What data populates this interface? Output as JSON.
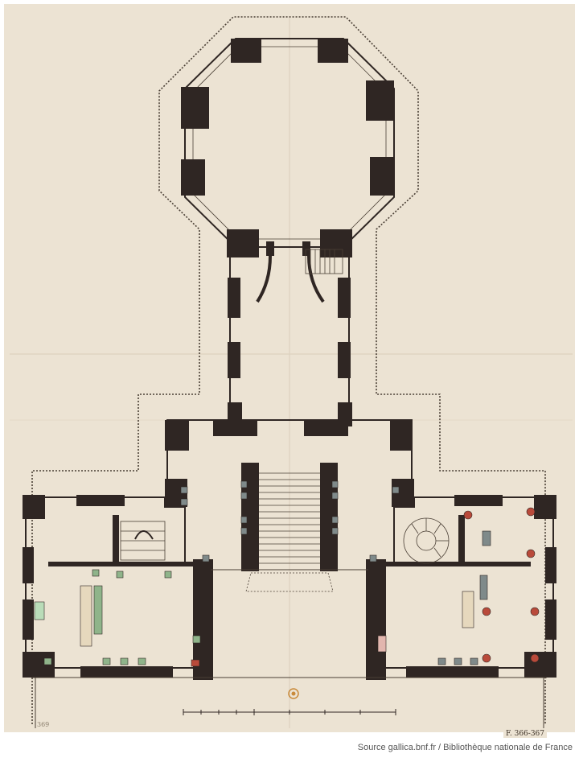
{
  "document": {
    "type": "architectural floor plan drawing",
    "source_caption": "Source gallica.bnf.fr / Bibliothèque nationale de France",
    "shelfmark": "F. 366-367",
    "folio_mark": "369"
  },
  "colors": {
    "paper": "#ece3d3",
    "paper_fold": "#ddd2bf",
    "wall": "#2f2623",
    "line": "#4a3f35",
    "furniture_green": "#8fb48a",
    "furniture_red": "#b94a3a",
    "furniture_grey": "#7f8a8a",
    "seal": "#c98a3a"
  },
  "icons": {
    "scale_bar": "scale-bar-icon",
    "seal": "stamp-seal-icon"
  }
}
